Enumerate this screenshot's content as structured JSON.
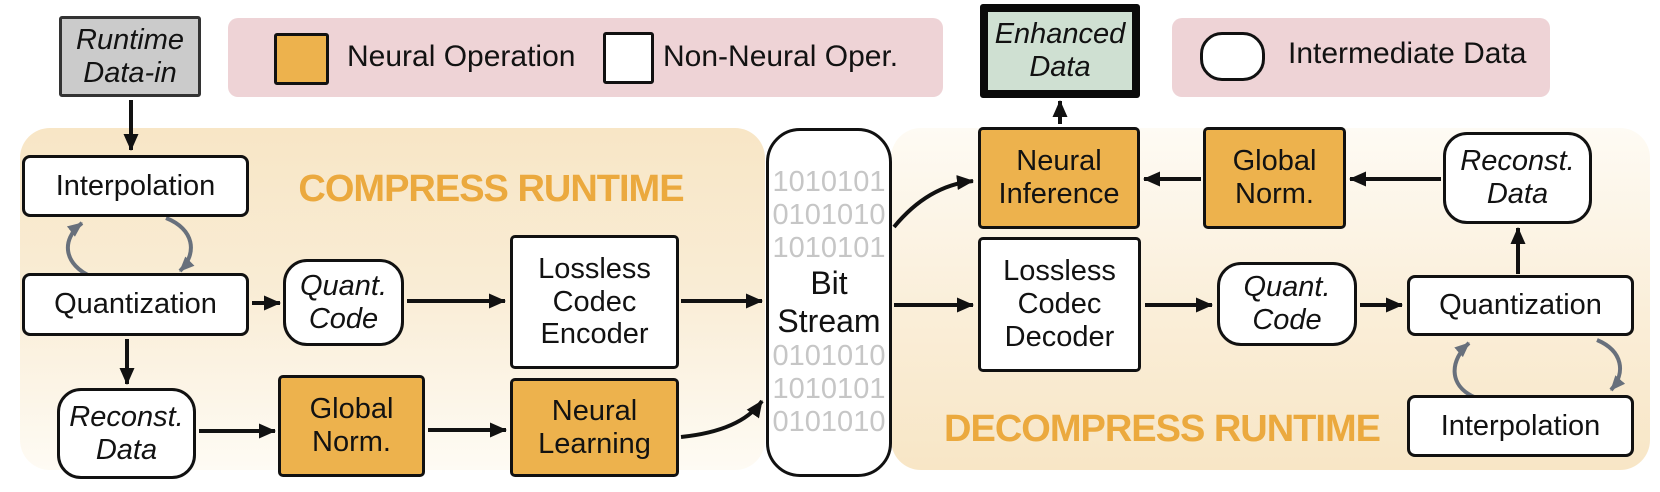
{
  "legend": {
    "neural_operation": "Neural Operation",
    "non_neural_operation": "Non-Neural Oper.",
    "intermediate_data": "Intermediate Data"
  },
  "headers": {
    "compress": "COMPRESS RUNTIME",
    "decompress": "DECOMPRESS RUNTIME"
  },
  "nodes": {
    "runtime_data_in": "Runtime\nData-in",
    "enhanced_data": "Enhanced\nData",
    "compress": {
      "interpolation": "Interpolation",
      "quantization": "Quantization",
      "quant_code": "Quant.\nCode",
      "encoder": "Lossless\nCodec\nEncoder",
      "reconst_data": "Reconst.\nData",
      "global_norm": "Global\nNorm.",
      "neural_learning": "Neural\nLearning"
    },
    "bit_stream": {
      "top_bits": "1010101\n0101010\n1010101",
      "label": "Bit\nStream",
      "bottom_bits": "0101010\n1010101\n0101010"
    },
    "decompress": {
      "neural_inference": "Neural\nInference",
      "global_norm": "Global\nNorm.",
      "reconst_data": "Reconst.\nData",
      "decoder": "Lossless\nCodec\nDecoder",
      "quant_code": "Quant.\nCode",
      "quantization": "Quantization",
      "interpolation": "Interpolation"
    }
  },
  "colors": {
    "neural_operation_fill": "#edb24d",
    "legend_banner": "#eed3d6",
    "runtime_region_bg": "#f8e6c6",
    "runtime_header_text": "#eba93e",
    "runtime_data_in_fill": "#cbcbcb",
    "enhanced_data_fill": "#cfe0d2",
    "bit_digits_text": "#c6c6c6",
    "cycle_arrow": "#68707c",
    "arrow": "#111111"
  }
}
